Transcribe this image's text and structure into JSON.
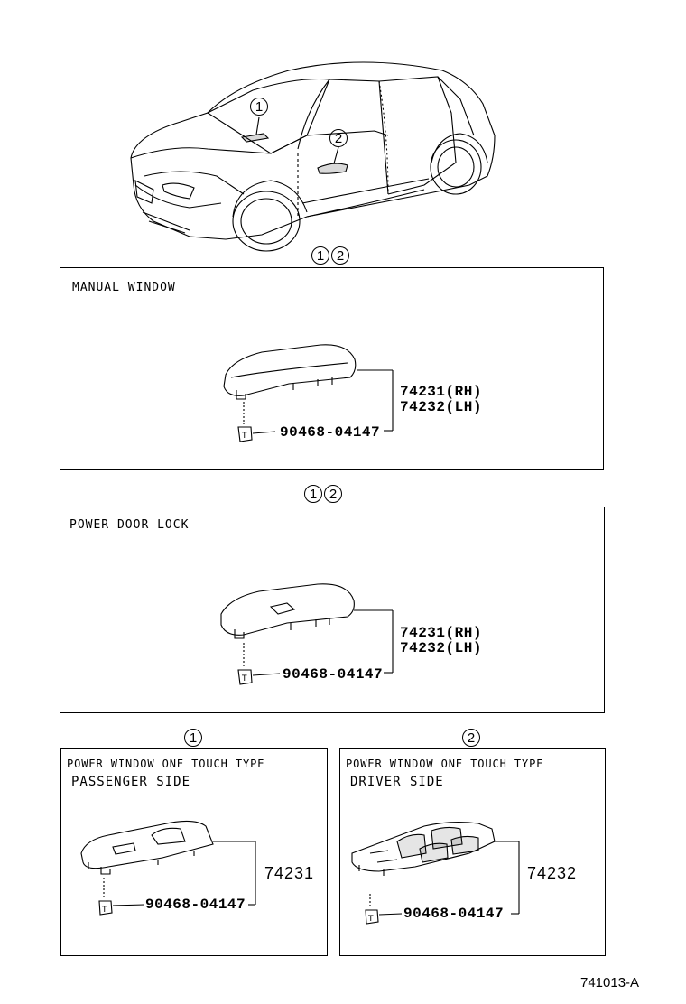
{
  "car_callouts": [
    "1",
    "2"
  ],
  "panels": [
    {
      "callouts": [
        "1",
        "2"
      ],
      "title": "MANUAL WINDOW",
      "part_rh": "74231(RH)",
      "part_lh": "74232(LH)",
      "screw": "90468-04147"
    },
    {
      "callouts": [
        "1",
        "2"
      ],
      "title": "POWER DOOR LOCK",
      "part_rh": "74231(RH)",
      "part_lh": "74232(LH)",
      "screw": "90468-04147"
    },
    {
      "callouts": [
        "1"
      ],
      "title": "POWER WINDOW ONE TOUCH TYPE",
      "subtitle": "PASSENGER SIDE",
      "part": "74231",
      "screw": "90468-04147"
    },
    {
      "callouts": [
        "2"
      ],
      "title": "POWER WINDOW ONE TOUCH TYPE",
      "subtitle": "DRIVER SIDE",
      "part": "74232",
      "screw": "90468-04147"
    }
  ],
  "reference": "741013-A"
}
